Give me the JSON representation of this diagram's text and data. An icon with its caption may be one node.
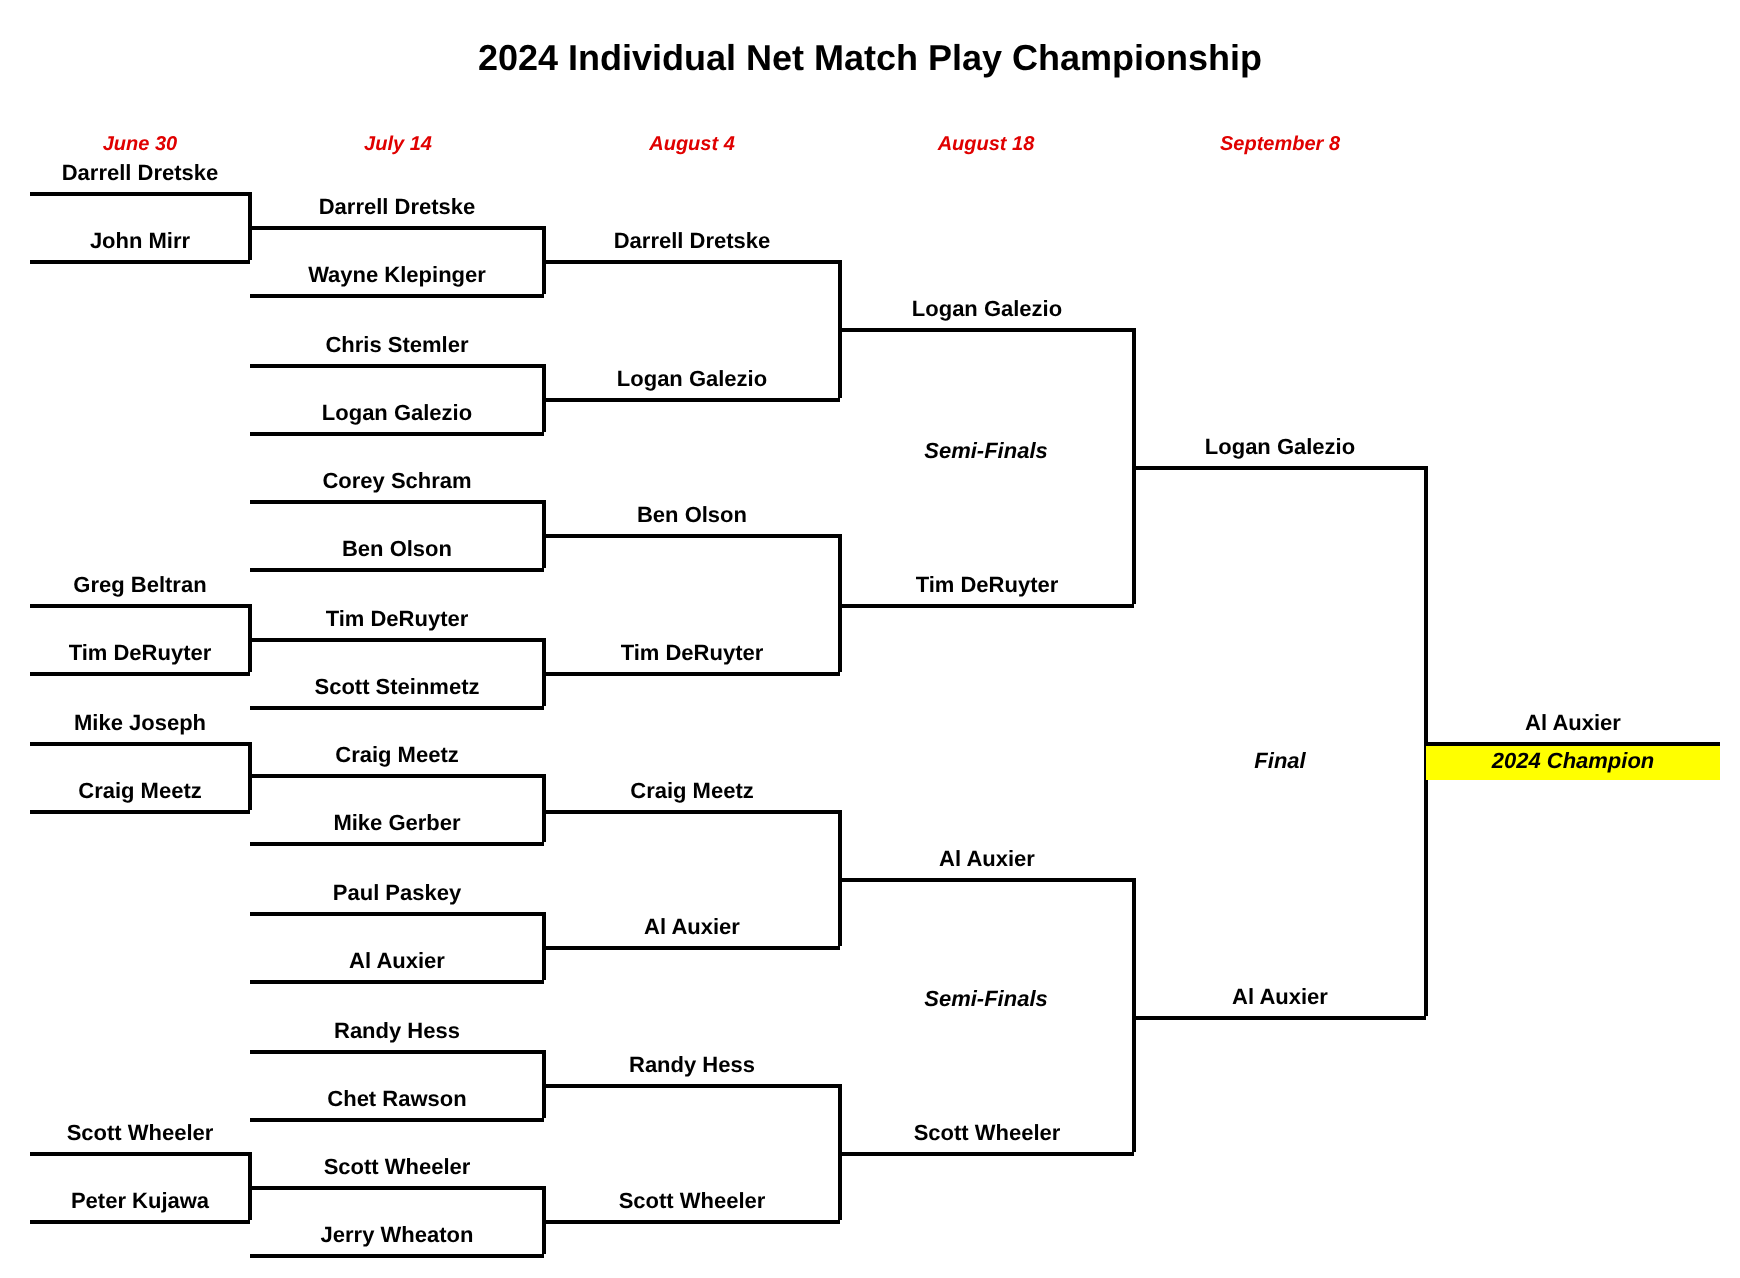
{
  "diagram": {
    "title": "2024 Individual Net Match Play Championship",
    "nodes": [
      {
        "text": [
          "Darrell Dretske"
        ]
      },
      {
        "text": [
          "John Mirr"
        ]
      },
      {
        "text": [
          "Greg Beltran"
        ]
      },
      {
        "text": [
          "Tim DeRuyter"
        ]
      },
      {
        "text": [
          "Mike Joseph"
        ]
      },
      {
        "text": [
          "Craig Meetz"
        ]
      },
      {
        "text": [
          "Scott Wheeler"
        ]
      },
      {
        "text": [
          "Peter Kujawa"
        ]
      },
      {
        "text": [
          "Darrell Dretske"
        ]
      },
      {
        "text": [
          "Wayne Klepinger"
        ]
      },
      {
        "text": [
          "Chris Stemler"
        ]
      },
      {
        "text": [
          "Logan Galezio"
        ]
      },
      {
        "text": [
          "Corey Schram"
        ]
      },
      {
        "text": [
          "Ben Olson"
        ]
      },
      {
        "text": [
          "Tim DeRuyter"
        ]
      },
      {
        "text": [
          "Scott Steinmetz"
        ]
      },
      {
        "text": [
          "Craig Meetz"
        ]
      },
      {
        "text": [
          "Mike Gerber"
        ]
      },
      {
        "text": [
          "Paul Paskey"
        ]
      },
      {
        "text": [
          "Al Auxier"
        ]
      },
      {
        "text": [
          "Randy Hess"
        ]
      },
      {
        "text": [
          "Chet Rawson"
        ]
      },
      {
        "text": [
          "Scott Wheeler"
        ]
      },
      {
        "text": [
          "Jerry Wheaton"
        ]
      },
      {
        "text": [
          "Darrell Dretske"
        ]
      },
      {
        "text": [
          "Logan Galezio"
        ]
      },
      {
        "text": [
          "Ben Olson"
        ]
      },
      {
        "text": [
          "Tim DeRuyter"
        ]
      },
      {
        "text": [
          "Craig Meetz"
        ]
      },
      {
        "text": [
          "Al Auxier"
        ]
      },
      {
        "text": [
          "Randy Hess"
        ]
      },
      {
        "text": [
          "Scott Wheeler"
        ]
      },
      {
        "text": [
          "Logan Galezio"
        ]
      },
      {
        "text": [
          "Tim DeRuyter"
        ]
      },
      {
        "text": [
          "Al Auxier"
        ]
      },
      {
        "text": [
          "Scott Wheeler"
        ]
      },
      {
        "text": [
          "Logan Galezio"
        ]
      },
      {
        "text": [
          "Al Auxier"
        ]
      },
      {
        "text": [
          "Al Auxier"
        ]
      },
      {
        "text": [
          "2024 Champion"
        ]
      }
    ],
    "edges": [
      {
        "from": 0,
        "to": 8,
        "arrow": "none"
      },
      {
        "from": 1,
        "to": 8,
        "arrow": "none"
      },
      {
        "from": 2,
        "to": 14,
        "arrow": "none"
      },
      {
        "from": 3,
        "to": 14,
        "arrow": "none"
      },
      {
        "from": 4,
        "to": 16,
        "arrow": "none"
      },
      {
        "from": 5,
        "to": 16,
        "arrow": "none"
      },
      {
        "from": 6,
        "to": 22,
        "arrow": "none"
      },
      {
        "from": 7,
        "to": 22,
        "arrow": "none"
      },
      {
        "from": 8,
        "to": 24,
        "arrow": "none"
      },
      {
        "from": 9,
        "to": 24,
        "arrow": "none"
      },
      {
        "from": 10,
        "to": 25,
        "arrow": "none"
      },
      {
        "from": 11,
        "to": 25,
        "arrow": "none"
      },
      {
        "from": 12,
        "to": 26,
        "arrow": "none"
      },
      {
        "from": 13,
        "to": 26,
        "arrow": "none"
      },
      {
        "from": 14,
        "to": 27,
        "arrow": "none"
      },
      {
        "from": 15,
        "to": 27,
        "arrow": "none"
      },
      {
        "from": 16,
        "to": 28,
        "arrow": "none"
      },
      {
        "from": 17,
        "to": 28,
        "arrow": "none"
      },
      {
        "from": 18,
        "to": 29,
        "arrow": "none"
      },
      {
        "from": 19,
        "to": 29,
        "arrow": "none"
      },
      {
        "from": 20,
        "to": 30,
        "arrow": "none"
      },
      {
        "from": 21,
        "to": 30,
        "arrow": "none"
      },
      {
        "from": 22,
        "to": 31,
        "arrow": "none"
      },
      {
        "from": 23,
        "to": 31,
        "arrow": "none"
      },
      {
        "from": 24,
        "to": 32,
        "arrow": "none"
      },
      {
        "from": 25,
        "to": 32,
        "arrow": "none"
      },
      {
        "from": 26,
        "to": 33,
        "arrow": "none"
      },
      {
        "from": 27,
        "to": 33,
        "arrow": "none"
      },
      {
        "from": 28,
        "to": 34,
        "arrow": "none"
      },
      {
        "from": 29,
        "to": 34,
        "arrow": "none"
      },
      {
        "from": 30,
        "to": 35,
        "arrow": "none"
      },
      {
        "from": 31,
        "to": 35,
        "arrow": "none"
      },
      {
        "from": 32,
        "to": 36,
        "arrow": "none"
      },
      {
        "from": 33,
        "to": 36,
        "arrow": "none"
      },
      {
        "from": 34,
        "to": 37,
        "arrow": "none"
      },
      {
        "from": 35,
        "to": 37,
        "arrow": "none"
      },
      {
        "from": 36,
        "to": 38,
        "arrow": "none"
      },
      {
        "from": 37,
        "to": 38,
        "arrow": "none"
      }
    ],
    "labels": [
      "June 30",
      "July 14",
      "August 4",
      "August 18",
      "September 8",
      "Semi-Finals",
      "Final",
      "Semi-Finals"
    ]
  }
}
